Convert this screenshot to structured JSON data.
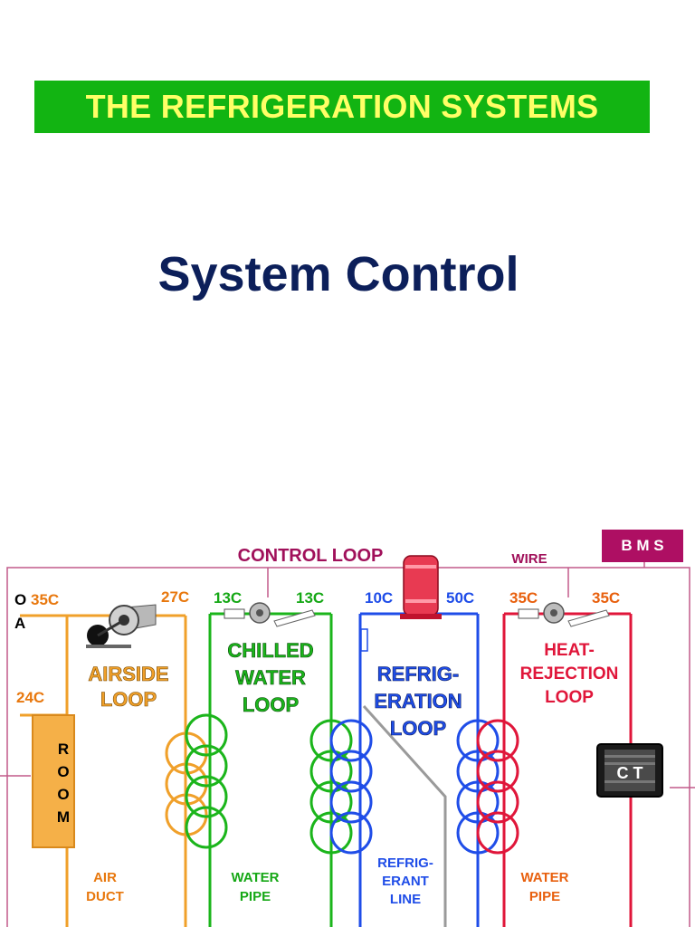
{
  "slide": {
    "title": "THE REFRIGERATION SYSTEMS",
    "subtitle": "System Control"
  },
  "diagram": {
    "bms_label": "B M S",
    "control_loop_label": "CONTROL LOOP",
    "wire_label": "WIRE",
    "oa_label": [
      "O",
      "A"
    ],
    "temps": {
      "oa_supply": "35C",
      "air_return": "27C",
      "room": "24C",
      "chw_left": "13C",
      "chw_right": "13C",
      "refrig_left": "10C",
      "refrig_right": "50C",
      "cw_left": "35C",
      "cw_right": "35C"
    },
    "loops": {
      "airside": [
        "AIRSIDE",
        "LOOP"
      ],
      "chilled_water": [
        "CHILLED",
        "WATER",
        "LOOP"
      ],
      "refrigeration": [
        "REFRIG-",
        "ERATION",
        "LOOP"
      ],
      "heat_rejection": [
        "HEAT-",
        "REJECTION",
        "LOOP"
      ]
    },
    "room_label": [
      "R",
      "O",
      "O",
      "M"
    ],
    "ct_label": "C T",
    "bottom_labels": {
      "air_duct": [
        "AIR",
        "DUCT"
      ],
      "water_pipe_1": [
        "WATER",
        "PIPE"
      ],
      "refrigerant_line": [
        "REFRIG-",
        "ERANT",
        "LINE"
      ],
      "water_pipe_2": [
        "WATER",
        "PIPE"
      ]
    },
    "colors": {
      "orange": "#f0a02a",
      "green": "#1bb51b",
      "blue": "#1f4de8",
      "red": "#e0163a",
      "control": "#a0105a",
      "gray": "#9a9a9a"
    }
  }
}
